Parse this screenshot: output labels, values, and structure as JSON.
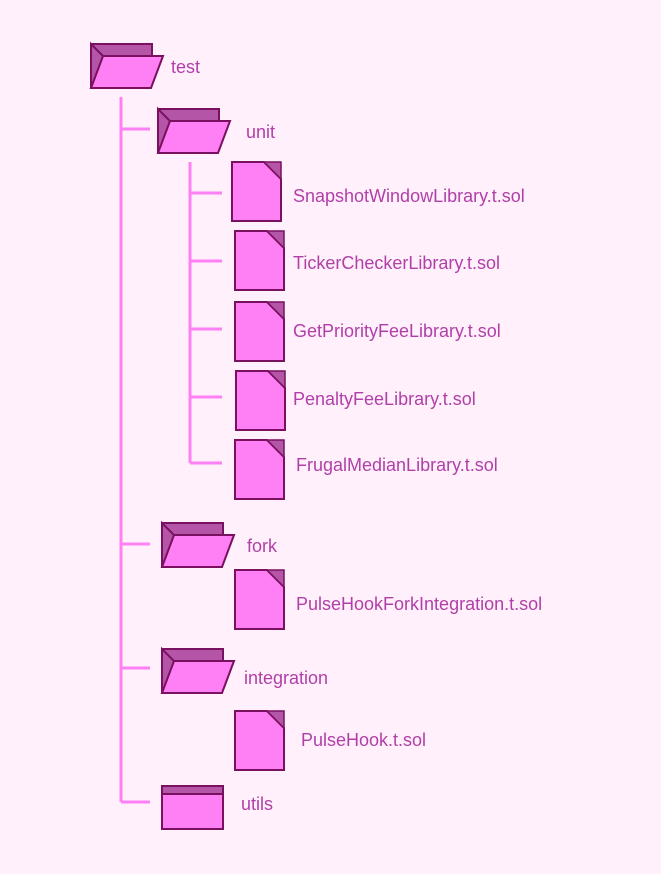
{
  "colors": {
    "background": "#fff0fb",
    "connector": "#ff7ff4",
    "fill": "#ff7ff4",
    "tab": "#b455a8",
    "outline": "#7a1060",
    "text": "#b040a8"
  },
  "icons": {
    "open_folder": "open-folder-icon",
    "closed_folder": "closed-folder-icon",
    "file": "file-icon"
  },
  "tree": {
    "root": {
      "label": "test",
      "children": {
        "unit": {
          "label": "unit",
          "files": [
            "SnapshotWindowLibrary.t.sol",
            "TickerCheckerLibrary.t.sol",
            "GetPriorityFeeLibrary.t.sol",
            "PenaltyFeeLibrary.t.sol",
            "FrugalMedianLibrary.t.sol"
          ]
        },
        "fork": {
          "label": "fork",
          "files": [
            "PulseHookForkIntegration.t.sol"
          ]
        },
        "integration": {
          "label": "integration",
          "files": [
            "PulseHook.t.sol"
          ]
        },
        "utils": {
          "label": "utils",
          "files": []
        }
      }
    }
  }
}
